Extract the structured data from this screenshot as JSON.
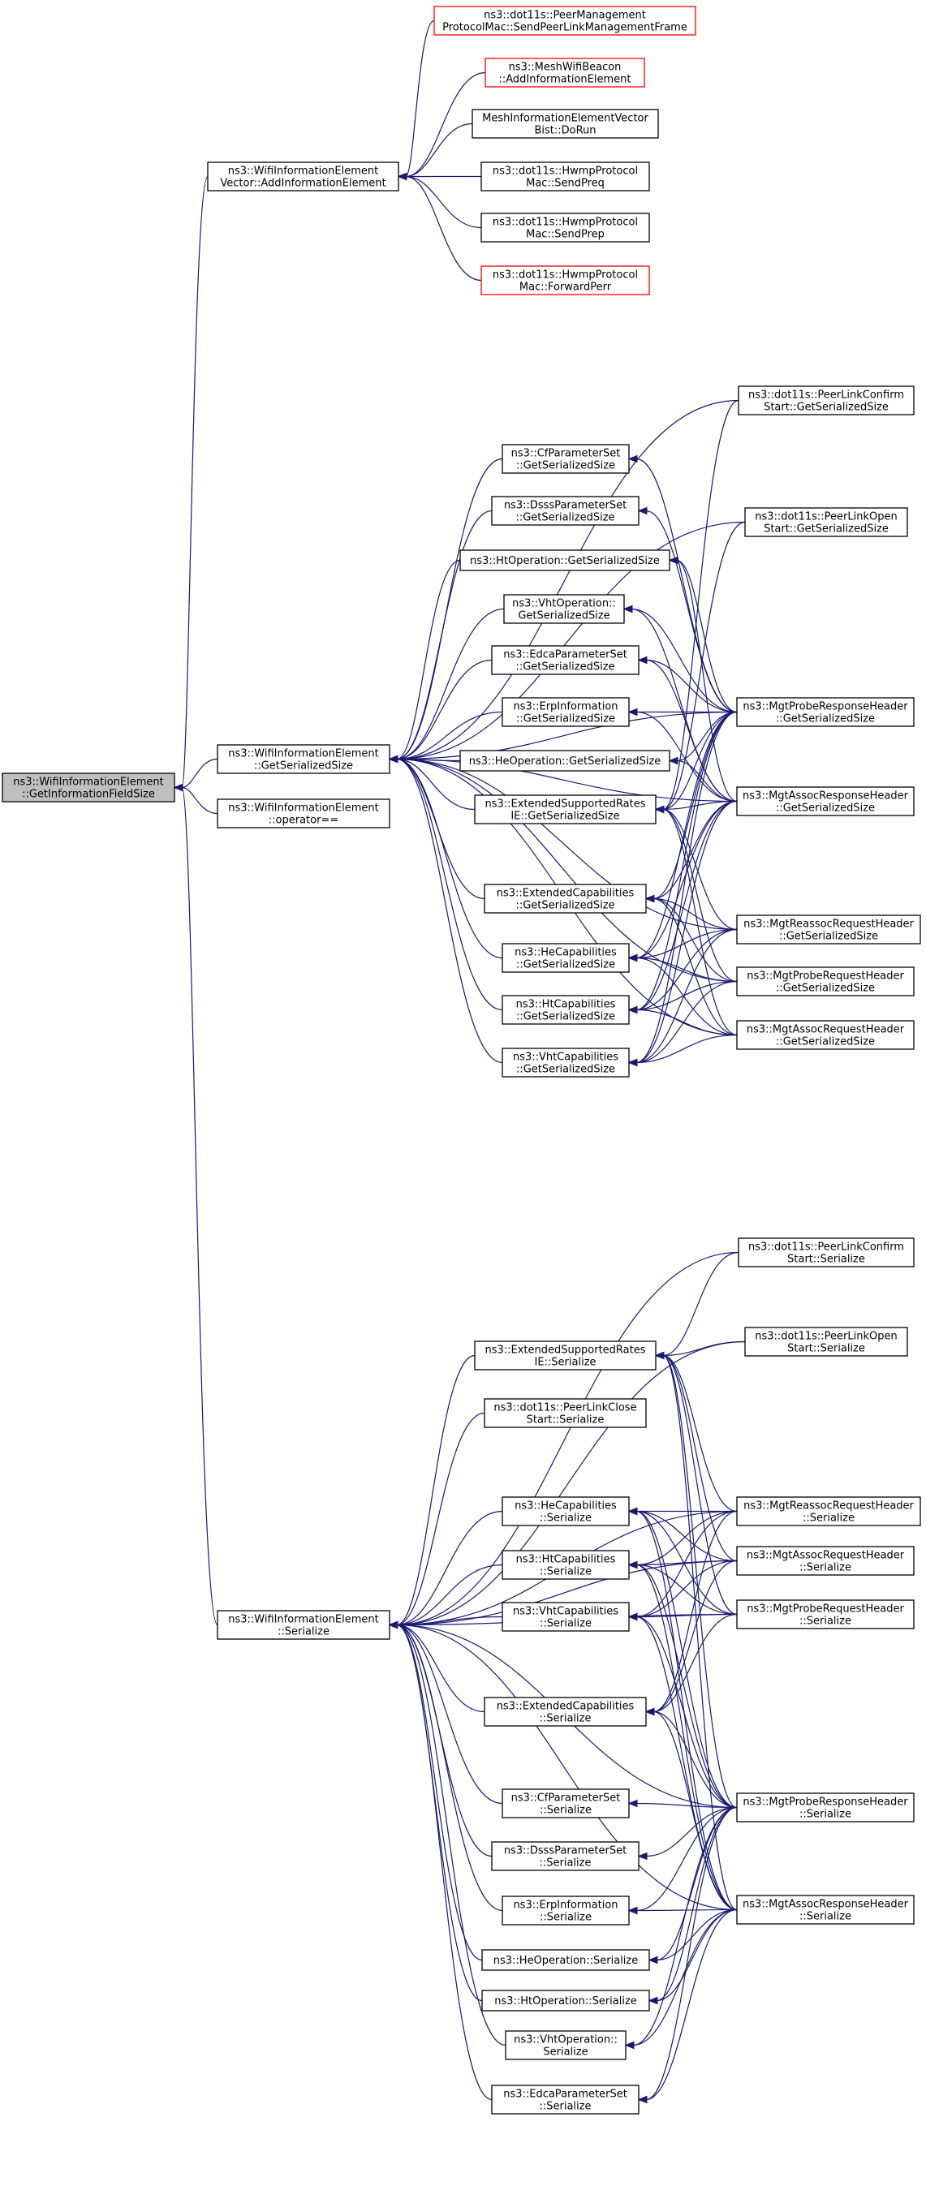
{
  "colors": {
    "edge": "#191970",
    "node_border": "#000000",
    "node_border_undocumented": "#ff0000",
    "focus_fill": "#bfbfbf",
    "background": "#ffffff"
  },
  "nodes": {
    "root": {
      "lines": [
        "ns3::WifiInformationElement",
        "::GetInformationFieldSize"
      ],
      "style": "focus"
    },
    "ie_vec_add": {
      "lines": [
        "ns3::WifiInformationElement",
        "Vector::AddInformationElement"
      ]
    },
    "peer_mgmt_send": {
      "lines": [
        "ns3::dot11s::PeerManagement",
        "ProtocolMac::SendPeerLinkManagementFrame"
      ],
      "style": "red"
    },
    "mesh_beacon_add": {
      "lines": [
        "ns3::MeshWifiBeacon",
        "::AddInformationElement"
      ],
      "style": "red"
    },
    "mesh_ie_vec_dorun": {
      "lines": [
        "MeshInformationElementVector",
        "Bist::DoRun"
      ]
    },
    "hwmp_sendpreq": {
      "lines": [
        "ns3::dot11s::HwmpProtocol",
        "Mac::SendPreq"
      ]
    },
    "hwmp_sendprep": {
      "lines": [
        "ns3::dot11s::HwmpProtocol",
        "Mac::SendPrep"
      ]
    },
    "hwmp_fwdperr": {
      "lines": [
        "ns3::dot11s::HwmpProtocol",
        "Mac::ForwardPerr"
      ],
      "style": "red"
    },
    "wie_gss": {
      "lines": [
        "ns3::WifiInformationElement",
        "::GetSerializedSize"
      ]
    },
    "wie_eq": {
      "lines": [
        "ns3::WifiInformationElement",
        "::operator=="
      ]
    },
    "cf_gss": {
      "lines": [
        "ns3::CfParameterSet",
        "::GetSerializedSize"
      ]
    },
    "dsss_gss": {
      "lines": [
        "ns3::DsssParameterSet",
        "::GetSerializedSize"
      ]
    },
    "htop_gss": {
      "lines": [
        "ns3::HtOperation::GetSerializedSize"
      ]
    },
    "vhtop_gss": {
      "lines": [
        "ns3::VhtOperation::",
        "GetSerializedSize"
      ]
    },
    "edca_gss": {
      "lines": [
        "ns3::EdcaParameterSet",
        "::GetSerializedSize"
      ]
    },
    "erp_gss": {
      "lines": [
        "ns3::ErpInformation",
        "::GetSerializedSize"
      ]
    },
    "heop_gss": {
      "lines": [
        "ns3::HeOperation::GetSerializedSize"
      ]
    },
    "esr_gss": {
      "lines": [
        "ns3::ExtendedSupportedRates",
        "IE::GetSerializedSize"
      ]
    },
    "extcap_gss": {
      "lines": [
        "ns3::ExtendedCapabilities",
        "::GetSerializedSize"
      ]
    },
    "hecap_gss": {
      "lines": [
        "ns3::HeCapabilities",
        "::GetSerializedSize"
      ]
    },
    "htcap_gss": {
      "lines": [
        "ns3::HtCapabilities",
        "::GetSerializedSize"
      ]
    },
    "vhtcap_gss": {
      "lines": [
        "ns3::VhtCapabilities",
        "::GetSerializedSize"
      ]
    },
    "plc_gss": {
      "lines": [
        "ns3::dot11s::PeerLinkConfirm",
        "Start::GetSerializedSize"
      ]
    },
    "plo_gss": {
      "lines": [
        "ns3::dot11s::PeerLinkOpen",
        "Start::GetSerializedSize"
      ]
    },
    "mprobersp_gss": {
      "lines": [
        "ns3::MgtProbeResponseHeader",
        "::GetSerializedSize"
      ]
    },
    "massocrsp_gss": {
      "lines": [
        "ns3::MgtAssocResponseHeader",
        "::GetSerializedSize"
      ]
    },
    "mreassocreq_gss": {
      "lines": [
        "ns3::MgtReassocRequestHeader",
        "::GetSerializedSize"
      ]
    },
    "mprobereq_gss": {
      "lines": [
        "ns3::MgtProbeRequestHeader",
        "::GetSerializedSize"
      ]
    },
    "massocreq_gss": {
      "lines": [
        "ns3::MgtAssocRequestHeader",
        "::GetSerializedSize"
      ]
    },
    "wie_ser": {
      "lines": [
        "ns3::WifiInformationElement",
        "::Serialize"
      ]
    },
    "esr_ser": {
      "lines": [
        "ns3::ExtendedSupportedRates",
        "IE::Serialize"
      ]
    },
    "plclose_ser": {
      "lines": [
        "ns3::dot11s::PeerLinkClose",
        "Start::Serialize"
      ]
    },
    "hecap_ser": {
      "lines": [
        "ns3::HeCapabilities",
        "::Serialize"
      ]
    },
    "htcap_ser": {
      "lines": [
        "ns3::HtCapabilities",
        "::Serialize"
      ]
    },
    "vhtcap_ser": {
      "lines": [
        "ns3::VhtCapabilities",
        "::Serialize"
      ]
    },
    "extcap_ser": {
      "lines": [
        "ns3::ExtendedCapabilities",
        "::Serialize"
      ]
    },
    "cf_ser": {
      "lines": [
        "ns3::CfParameterSet",
        "::Serialize"
      ]
    },
    "dsss_ser": {
      "lines": [
        "ns3::DsssParameterSet",
        "::Serialize"
      ]
    },
    "erp_ser": {
      "lines": [
        "ns3::ErpInformation",
        "::Serialize"
      ]
    },
    "heop_ser": {
      "lines": [
        "ns3::HeOperation::Serialize"
      ]
    },
    "htop_ser": {
      "lines": [
        "ns3::HtOperation::Serialize"
      ]
    },
    "vhtop_ser": {
      "lines": [
        "ns3::VhtOperation::",
        "Serialize"
      ]
    },
    "edca_ser": {
      "lines": [
        "ns3::EdcaParameterSet",
        "::Serialize"
      ]
    },
    "plc_ser": {
      "lines": [
        "ns3::dot11s::PeerLinkConfirm",
        "Start::Serialize"
      ]
    },
    "plo_ser": {
      "lines": [
        "ns3::dot11s::PeerLinkOpen",
        "Start::Serialize"
      ]
    },
    "mreassocreq_ser": {
      "lines": [
        "ns3::MgtReassocRequestHeader",
        "::Serialize"
      ]
    },
    "massocreq_ser": {
      "lines": [
        "ns3::MgtAssocRequestHeader",
        "::Serialize"
      ]
    },
    "mprobereq_ser": {
      "lines": [
        "ns3::MgtProbeRequestHeader",
        "::Serialize"
      ]
    },
    "mprobersp_ser": {
      "lines": [
        "ns3::MgtProbeResponseHeader",
        "::Serialize"
      ]
    },
    "massocrsp_ser": {
      "lines": [
        "ns3::MgtAssocResponseHeader",
        "::Serialize"
      ]
    }
  },
  "edges": [
    [
      "ie_vec_add",
      "root"
    ],
    [
      "wie_gss",
      "root"
    ],
    [
      "wie_eq",
      "root"
    ],
    [
      "wie_ser",
      "root"
    ],
    [
      "peer_mgmt_send",
      "ie_vec_add"
    ],
    [
      "mesh_beacon_add",
      "ie_vec_add"
    ],
    [
      "mesh_ie_vec_dorun",
      "ie_vec_add"
    ],
    [
      "hwmp_sendpreq",
      "ie_vec_add"
    ],
    [
      "hwmp_sendprep",
      "ie_vec_add"
    ],
    [
      "hwmp_fwdperr",
      "ie_vec_add"
    ],
    [
      "cf_gss",
      "wie_gss"
    ],
    [
      "dsss_gss",
      "wie_gss"
    ],
    [
      "htop_gss",
      "wie_gss"
    ],
    [
      "vhtop_gss",
      "wie_gss"
    ],
    [
      "edca_gss",
      "wie_gss"
    ],
    [
      "erp_gss",
      "wie_gss"
    ],
    [
      "heop_gss",
      "wie_gss"
    ],
    [
      "esr_gss",
      "wie_gss"
    ],
    [
      "extcap_gss",
      "wie_gss"
    ],
    [
      "hecap_gss",
      "wie_gss"
    ],
    [
      "htcap_gss",
      "wie_gss"
    ],
    [
      "vhtcap_gss",
      "wie_gss"
    ],
    [
      "plc_gss",
      "wie_gss"
    ],
    [
      "plo_gss",
      "wie_gss"
    ],
    [
      "mprobersp_gss",
      "wie_gss"
    ],
    [
      "massocrsp_gss",
      "wie_gss"
    ],
    [
      "mreassocreq_gss",
      "wie_gss"
    ],
    [
      "mprobereq_gss",
      "wie_gss"
    ],
    [
      "massocreq_gss",
      "wie_gss"
    ],
    [
      "mprobersp_gss",
      "cf_gss"
    ],
    [
      "mprobersp_gss",
      "dsss_gss"
    ],
    [
      "mprobersp_gss",
      "htop_gss"
    ],
    [
      "massocrsp_gss",
      "htop_gss"
    ],
    [
      "mprobersp_gss",
      "vhtop_gss"
    ],
    [
      "massocrsp_gss",
      "vhtop_gss"
    ],
    [
      "mprobersp_gss",
      "edca_gss"
    ],
    [
      "massocrsp_gss",
      "edca_gss"
    ],
    [
      "mprobersp_gss",
      "erp_gss"
    ],
    [
      "massocrsp_gss",
      "erp_gss"
    ],
    [
      "mprobersp_gss",
      "heop_gss"
    ],
    [
      "massocrsp_gss",
      "heop_gss"
    ],
    [
      "plc_gss",
      "esr_gss"
    ],
    [
      "plo_gss",
      "esr_gss"
    ],
    [
      "mprobersp_gss",
      "esr_gss"
    ],
    [
      "massocrsp_gss",
      "esr_gss"
    ],
    [
      "mreassocreq_gss",
      "esr_gss"
    ],
    [
      "mprobereq_gss",
      "esr_gss"
    ],
    [
      "massocreq_gss",
      "esr_gss"
    ],
    [
      "mprobersp_gss",
      "extcap_gss"
    ],
    [
      "massocrsp_gss",
      "extcap_gss"
    ],
    [
      "mreassocreq_gss",
      "extcap_gss"
    ],
    [
      "mprobereq_gss",
      "extcap_gss"
    ],
    [
      "massocreq_gss",
      "extcap_gss"
    ],
    [
      "mprobersp_gss",
      "hecap_gss"
    ],
    [
      "massocrsp_gss",
      "hecap_gss"
    ],
    [
      "mreassocreq_gss",
      "hecap_gss"
    ],
    [
      "mprobereq_gss",
      "hecap_gss"
    ],
    [
      "massocreq_gss",
      "hecap_gss"
    ],
    [
      "mprobersp_gss",
      "htcap_gss"
    ],
    [
      "massocrsp_gss",
      "htcap_gss"
    ],
    [
      "mreassocreq_gss",
      "htcap_gss"
    ],
    [
      "mprobereq_gss",
      "htcap_gss"
    ],
    [
      "massocreq_gss",
      "htcap_gss"
    ],
    [
      "mprobersp_gss",
      "vhtcap_gss"
    ],
    [
      "massocrsp_gss",
      "vhtcap_gss"
    ],
    [
      "mreassocreq_gss",
      "vhtcap_gss"
    ],
    [
      "mprobereq_gss",
      "vhtcap_gss"
    ],
    [
      "massocreq_gss",
      "vhtcap_gss"
    ],
    [
      "esr_ser",
      "wie_ser"
    ],
    [
      "plclose_ser",
      "wie_ser"
    ],
    [
      "hecap_ser",
      "wie_ser"
    ],
    [
      "htcap_ser",
      "wie_ser"
    ],
    [
      "vhtcap_ser",
      "wie_ser"
    ],
    [
      "extcap_ser",
      "wie_ser"
    ],
    [
      "cf_ser",
      "wie_ser"
    ],
    [
      "dsss_ser",
      "wie_ser"
    ],
    [
      "erp_ser",
      "wie_ser"
    ],
    [
      "heop_ser",
      "wie_ser"
    ],
    [
      "htop_ser",
      "wie_ser"
    ],
    [
      "vhtop_ser",
      "wie_ser"
    ],
    [
      "edca_ser",
      "wie_ser"
    ],
    [
      "plc_ser",
      "wie_ser"
    ],
    [
      "plo_ser",
      "wie_ser"
    ],
    [
      "mreassocreq_ser",
      "wie_ser"
    ],
    [
      "massocreq_ser",
      "wie_ser"
    ],
    [
      "mprobereq_ser",
      "wie_ser"
    ],
    [
      "mprobersp_ser",
      "wie_ser"
    ],
    [
      "massocrsp_ser",
      "wie_ser"
    ],
    [
      "plc_ser",
      "esr_ser"
    ],
    [
      "plo_ser",
      "esr_ser"
    ],
    [
      "mreassocreq_ser",
      "esr_ser"
    ],
    [
      "massocreq_ser",
      "esr_ser"
    ],
    [
      "mprobereq_ser",
      "esr_ser"
    ],
    [
      "mprobersp_ser",
      "esr_ser"
    ],
    [
      "massocrsp_ser",
      "esr_ser"
    ],
    [
      "mreassocreq_ser",
      "hecap_ser"
    ],
    [
      "massocreq_ser",
      "hecap_ser"
    ],
    [
      "mprobereq_ser",
      "hecap_ser"
    ],
    [
      "mprobersp_ser",
      "hecap_ser"
    ],
    [
      "massocrsp_ser",
      "hecap_ser"
    ],
    [
      "mreassocreq_ser",
      "htcap_ser"
    ],
    [
      "massocreq_ser",
      "htcap_ser"
    ],
    [
      "mprobereq_ser",
      "htcap_ser"
    ],
    [
      "mprobersp_ser",
      "htcap_ser"
    ],
    [
      "massocrsp_ser",
      "htcap_ser"
    ],
    [
      "mreassocreq_ser",
      "vhtcap_ser"
    ],
    [
      "massocreq_ser",
      "vhtcap_ser"
    ],
    [
      "mprobereq_ser",
      "vhtcap_ser"
    ],
    [
      "mprobersp_ser",
      "vhtcap_ser"
    ],
    [
      "massocrsp_ser",
      "vhtcap_ser"
    ],
    [
      "mreassocreq_ser",
      "extcap_ser"
    ],
    [
      "massocreq_ser",
      "extcap_ser"
    ],
    [
      "mprobereq_ser",
      "extcap_ser"
    ],
    [
      "mprobersp_ser",
      "extcap_ser"
    ],
    [
      "massocrsp_ser",
      "extcap_ser"
    ],
    [
      "mprobersp_ser",
      "cf_ser"
    ],
    [
      "mprobersp_ser",
      "dsss_ser"
    ],
    [
      "mprobersp_ser",
      "erp_ser"
    ],
    [
      "massocrsp_ser",
      "erp_ser"
    ],
    [
      "mprobersp_ser",
      "heop_ser"
    ],
    [
      "massocrsp_ser",
      "heop_ser"
    ],
    [
      "mprobersp_ser",
      "htop_ser"
    ],
    [
      "massocrsp_ser",
      "htop_ser"
    ],
    [
      "mprobersp_ser",
      "vhtop_ser"
    ],
    [
      "massocrsp_ser",
      "vhtop_ser"
    ],
    [
      "mprobersp_ser",
      "edca_ser"
    ],
    [
      "massocrsp_ser",
      "edca_ser"
    ]
  ]
}
